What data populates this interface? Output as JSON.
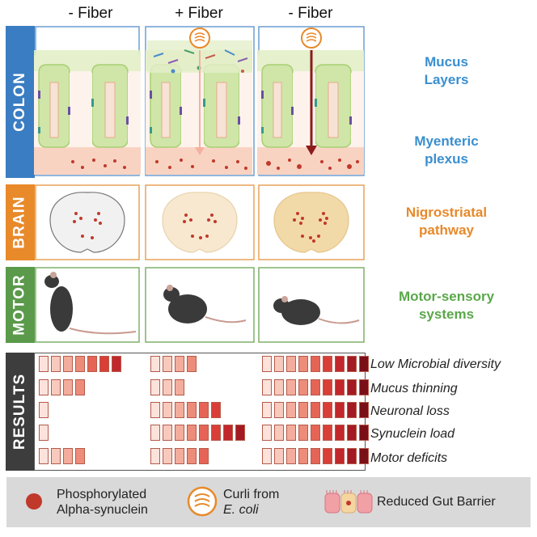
{
  "columns": [
    "- Fiber",
    "+ Fiber",
    "- Fiber"
  ],
  "rows": {
    "colon": {
      "tab": "COLON",
      "color": "#3a7dc2",
      "labels": [
        "Mucus\nLayers",
        "Myenteric\nplexus"
      ]
    },
    "brain": {
      "tab": "BRAIN",
      "color": "#e8892a",
      "label": "Nigrostriatal\npathway"
    },
    "motor": {
      "tab": "MOTOR",
      "color": "#5a9a4a",
      "label": "Motor-sensory\nsystems"
    },
    "results": {
      "tab": "RESULTS",
      "color": "#3d3d3d"
    }
  },
  "results": {
    "measures": [
      "Low Microbial diversity",
      "Mucus thinning",
      "Neuronal loss",
      "Synuclein load",
      "Motor deficits"
    ],
    "levels": [
      [
        7,
        4,
        9
      ],
      [
        4,
        3,
        9
      ],
      [
        1,
        6,
        9
      ],
      [
        1,
        8,
        9
      ],
      [
        4,
        5,
        9
      ]
    ]
  },
  "legend": {
    "alpha": "Phosphorylated\nAlpha-synuclein",
    "curli_line1": "Curli from",
    "curli_line2": "E. coli",
    "barrier": "Reduced Gut Barrier"
  },
  "colors": {
    "square_scale": [
      "#fbe3dc",
      "#f8cabd",
      "#f4ad9c",
      "#ee8c7a",
      "#e66456",
      "#d93f37",
      "#c2272c",
      "#a31a22",
      "#7a0f18"
    ],
    "alpha_dot": "#c0392b",
    "curli": "#e8892a"
  }
}
